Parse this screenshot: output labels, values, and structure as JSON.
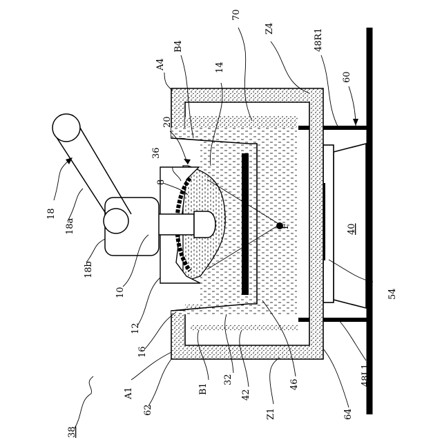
{
  "figure": {
    "labels": {
      "l18": "18",
      "l18a": "18a",
      "l18b": "18b",
      "l10": "10",
      "l12": "12",
      "l16": "16",
      "lA1": "A1",
      "l62": "62",
      "l38": "38",
      "lB1": "B1",
      "l32": "32",
      "l42": "42",
      "lZ1": "Z1",
      "l46": "46",
      "l64": "64",
      "l48L1": "48L1",
      "l54": "54",
      "l40": "40",
      "lF": "F",
      "l36": "36",
      "l8": "8",
      "l20": "20",
      "lA4": "A4",
      "lB4": "B4",
      "l14": "14",
      "l70": "70",
      "lZ4": "Z4",
      "l48R1": "48R1",
      "l60": "60"
    }
  }
}
